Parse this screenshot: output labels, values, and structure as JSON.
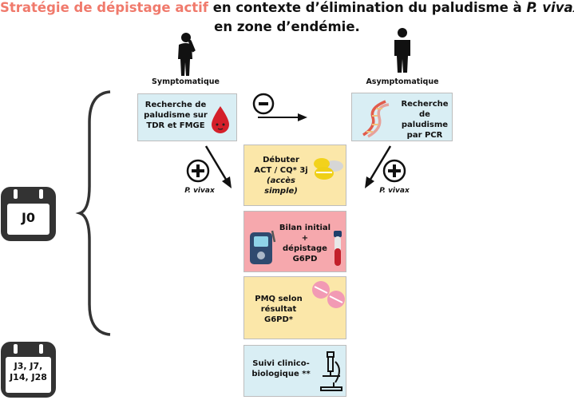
{
  "title": {
    "highlight": "Stratégie de dépistage actif",
    "rest_line1_prefix": " en contexte d’élimination du paludisme à ",
    "species": "P. vivax",
    "line2": "en zone d’endémie."
  },
  "people": {
    "symptomatic": "Symptomatique",
    "asymptomatic": "Asymptomatique"
  },
  "boxes": {
    "tdr": [
      "Recherche de",
      "paludisme sur",
      "TDR et FMGE"
    ],
    "pcr": [
      "Recherche",
      "de paludisme",
      "par PCR"
    ],
    "act": [
      "Débuter",
      "ACT / CQ* 3j",
      "(accès simple)"
    ],
    "bilan": [
      "Bilan initial +",
      "dépistage",
      "G6PD"
    ],
    "pmq": [
      "PMQ selon",
      "résultat",
      "G6PD*"
    ],
    "suivi": [
      "Suivi clinico-",
      "biologique **"
    ]
  },
  "results": {
    "left_species": "P. vivax",
    "right_species": "P. vivax"
  },
  "calendar": {
    "day0": "J0",
    "follow_line1": "J3, J7,",
    "follow_line2": "J14, J28"
  },
  "colors": {
    "title_accent": "#f07a6c",
    "blue_box": "#d9eef4",
    "yellow_box": "#fbe7a9",
    "pink_box": "#f6a8ad",
    "calendar": "#333333"
  },
  "icons": [
    "person-thinking-icon",
    "person-icon",
    "blood-drop-icon",
    "dna-icon",
    "pills-icon",
    "glucometer-icon",
    "test-tube-icon",
    "pink-tablets-icon",
    "microscope-icon",
    "minus-circle-icon",
    "plus-circle-icon",
    "calendar-icon"
  ]
}
